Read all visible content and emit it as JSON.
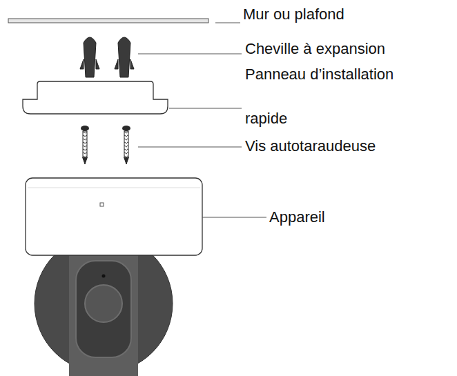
{
  "diagram": {
    "labels": [
      "Mur ou plafond",
      "Cheville à expansion",
      "Panneau d’installation rapide",
      "Vis autotaraudeuse",
      "Appareil"
    ]
  }
}
